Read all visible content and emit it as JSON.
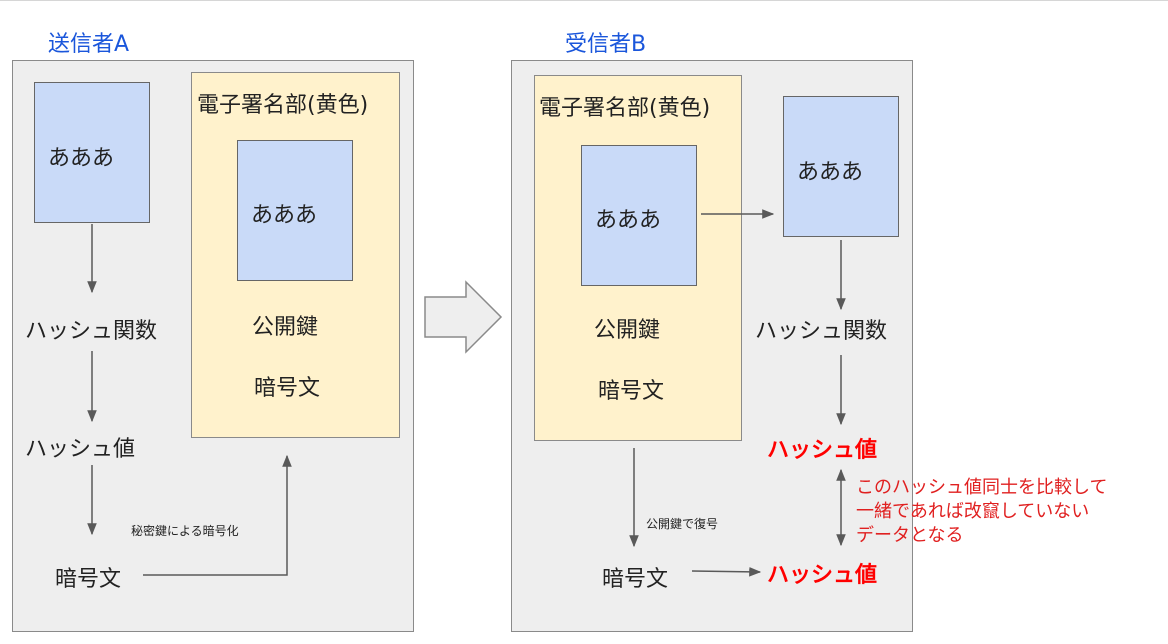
{
  "sender": {
    "title": "送信者A",
    "document_text": "あああ",
    "step_hash_function": "ハッシュ関数",
    "step_hash_value": "ハッシュ値",
    "encrypt_label": "秘密鍵による暗号化",
    "ciphertext": "暗号文",
    "signature": {
      "title": "電子署名部(黄色)",
      "document_text": "あああ",
      "public_key": "公開鍵",
      "ciphertext": "暗号文"
    }
  },
  "receiver": {
    "title": "受信者B",
    "signature": {
      "title": "電子署名部(黄色)",
      "document_text": "あああ",
      "public_key": "公開鍵",
      "ciphertext": "暗号文"
    },
    "document_text": "あああ",
    "step_hash_function": "ハッシュ関数",
    "hash_value_top": "ハッシュ値",
    "decrypt_label": "公開鍵で復号",
    "ciphertext": "暗号文",
    "hash_value_bottom": "ハッシュ値",
    "comparison_note": [
      "このハッシュ値同士を比較して",
      "一緒であれば改竄していない",
      "データとなる"
    ]
  },
  "colors": {
    "title": "#1a56db",
    "highlight": "#ff0000",
    "note": "#e02020",
    "panel_bg": "#eeeeee",
    "signature_bg": "#fff2cc",
    "document_bg": "#c9daf8"
  },
  "icons": {
    "transfer": "right-arrow-icon"
  }
}
